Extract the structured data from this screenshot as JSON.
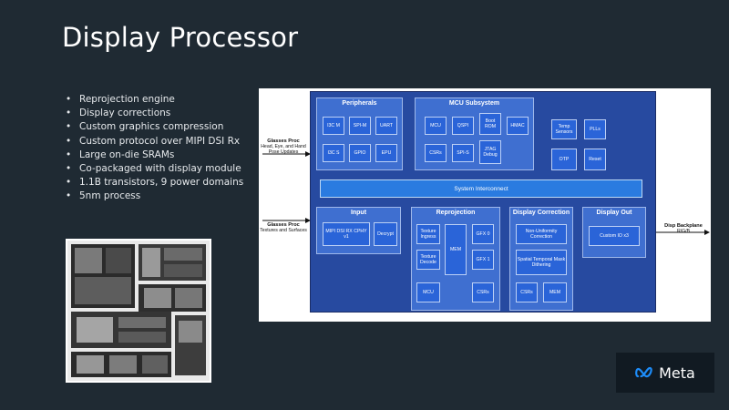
{
  "slide": {
    "title": "Display Processor"
  },
  "bullets": [
    "Reprojection engine",
    "Display corrections",
    "Custom graphics compression",
    "Custom protocol over MIPI DSI Rx",
    "Large on-die SRAMs",
    "Co-packaged with display module",
    "1.1B transistors, 9 power domains",
    "5nm process"
  ],
  "diagram": {
    "peripherals": {
      "title": "Peripherals",
      "cells": [
        "I3C M",
        "SPI-M",
        "UART",
        "I3C S",
        "GPIO",
        "EPU"
      ]
    },
    "mcu": {
      "title": "MCU Subsystem",
      "cells": [
        "MCU",
        "QSPI",
        "Boot ROM",
        "HMAC",
        "CSRs",
        "SPI-S",
        "JTAG Debug"
      ]
    },
    "misc": [
      "Temp Sensors",
      "PLLs",
      "OTP",
      "Reset"
    ],
    "interconnect": "System Interconnect",
    "input": {
      "title": "Input",
      "cells": [
        "MIPI DSI RX CPHY v1",
        "Decrypt"
      ]
    },
    "reprojection": {
      "title": "Reprojection",
      "cells": [
        "Texture Ingress",
        "Texture Decode",
        "MEM",
        "GFX 0",
        "GFX 1",
        "MCU",
        "CSRs"
      ]
    },
    "correction": {
      "title": "Display Correction",
      "cells": [
        "Non-Uniformity Correction",
        "Spatial Temporal Mask Dithering",
        "CSRs",
        "MEM"
      ]
    },
    "out": {
      "title": "Display Out",
      "cells": [
        "Custom IO x3"
      ]
    },
    "external": {
      "glasses_proc_1_title": "Glasses Proc",
      "glasses_proc_1_desc": "Head, Eye, and Hand Pose Updates",
      "glasses_proc_2_title": "Glasses Proc",
      "glasses_proc_2_desc": "Textures and Surfaces",
      "backplane_title": "Disp Backplane",
      "backplane_desc": "R/G/B"
    }
  },
  "brand": {
    "name": "Meta"
  },
  "colors": {
    "background": "#1f2a33",
    "board": "#274aa0",
    "block": "#3f6fd0",
    "cell": "#2a64d8",
    "interconnect": "#2a7be0"
  }
}
